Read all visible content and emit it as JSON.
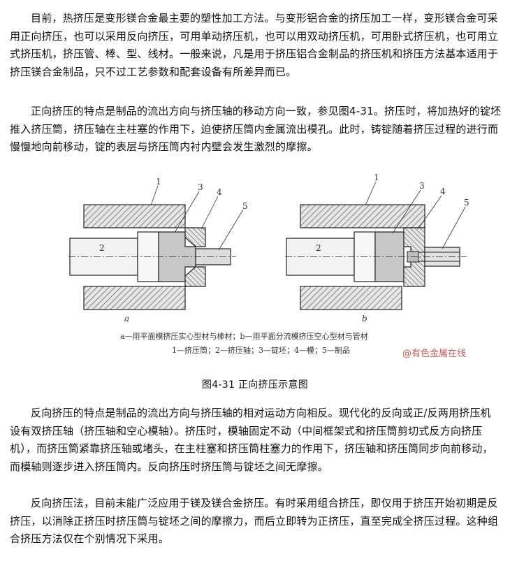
{
  "paragraphs": [
    "目前，热挤压是变形镁合金最主要的塑性加工方法。与变形铝合金的挤压加工一样，变形镁合金可采用正向挤压，也可以采用反向挤压，可用单动挤压机，也可以用双动挤压机，可用卧式挤压机，也可用立式挤压机，挤压管、棒、型、线材。一般来说，凡是用于挤压铝合金制品的挤压机和挤压方法基本适用于挤压镁合金制品，只不过工艺参数和配套设备有所差异而已。",
    "正向挤压的特点是制品的流出方向与挤压轴的移动方向一致，参见图4-31。挤压时，将加热好的锭坯推入挤压筒，挤压轴在主柱塞的作用下，迫使挤压筒内金属流出模孔。此时，铸锭随着挤压过程的进行而慢慢地向前移动，锭的表层与挤压筒内衬内壁会发生激烈的摩擦。",
    "反向挤压的特点是制品的流出方向与挤压轴的相对运动方向相反。现代化的反向或正/反两用挤压机设有双挤压轴（挤压轴和空心模轴）。挤压时，模轴固定不动（中间框架式和挤压筒剪切式反方向挤压机），而挤压筒紧靠挤压轴或堵头，在主柱塞和挤压筒柱塞力的作用下，挤压轴和挤压筒同步向前移动，而模轴则逐步进入挤压筒内。反向挤压时挤压筒与锭坯之间无摩擦。",
    "反向挤压法，目前未能广泛应用于镁及镁合金挤压。有时采用组合挤压，即仅用于挤压开始初期是反挤压，以消除正挤压时挤压筒与锭坯之间的摩擦力，而后立即转为正挤压，直至完成全挤压过程。这种组合挤压方法仅在个别情况下采用。"
  ],
  "figure": {
    "part_numbers": [
      "1",
      "2",
      "3",
      "4",
      "5"
    ],
    "label_a": "a",
    "label_b": "b",
    "legend_line1": "a—用平面模挤压实心型材与棒材；b—用平面分流模挤压空心型材与管材",
    "legend_line2": "1—挤压筒；2—挤压轴；3—锭坯；4—模；5—制品",
    "watermark": "@有色金属在线",
    "caption": "图4-31 正向挤压示意图"
  }
}
